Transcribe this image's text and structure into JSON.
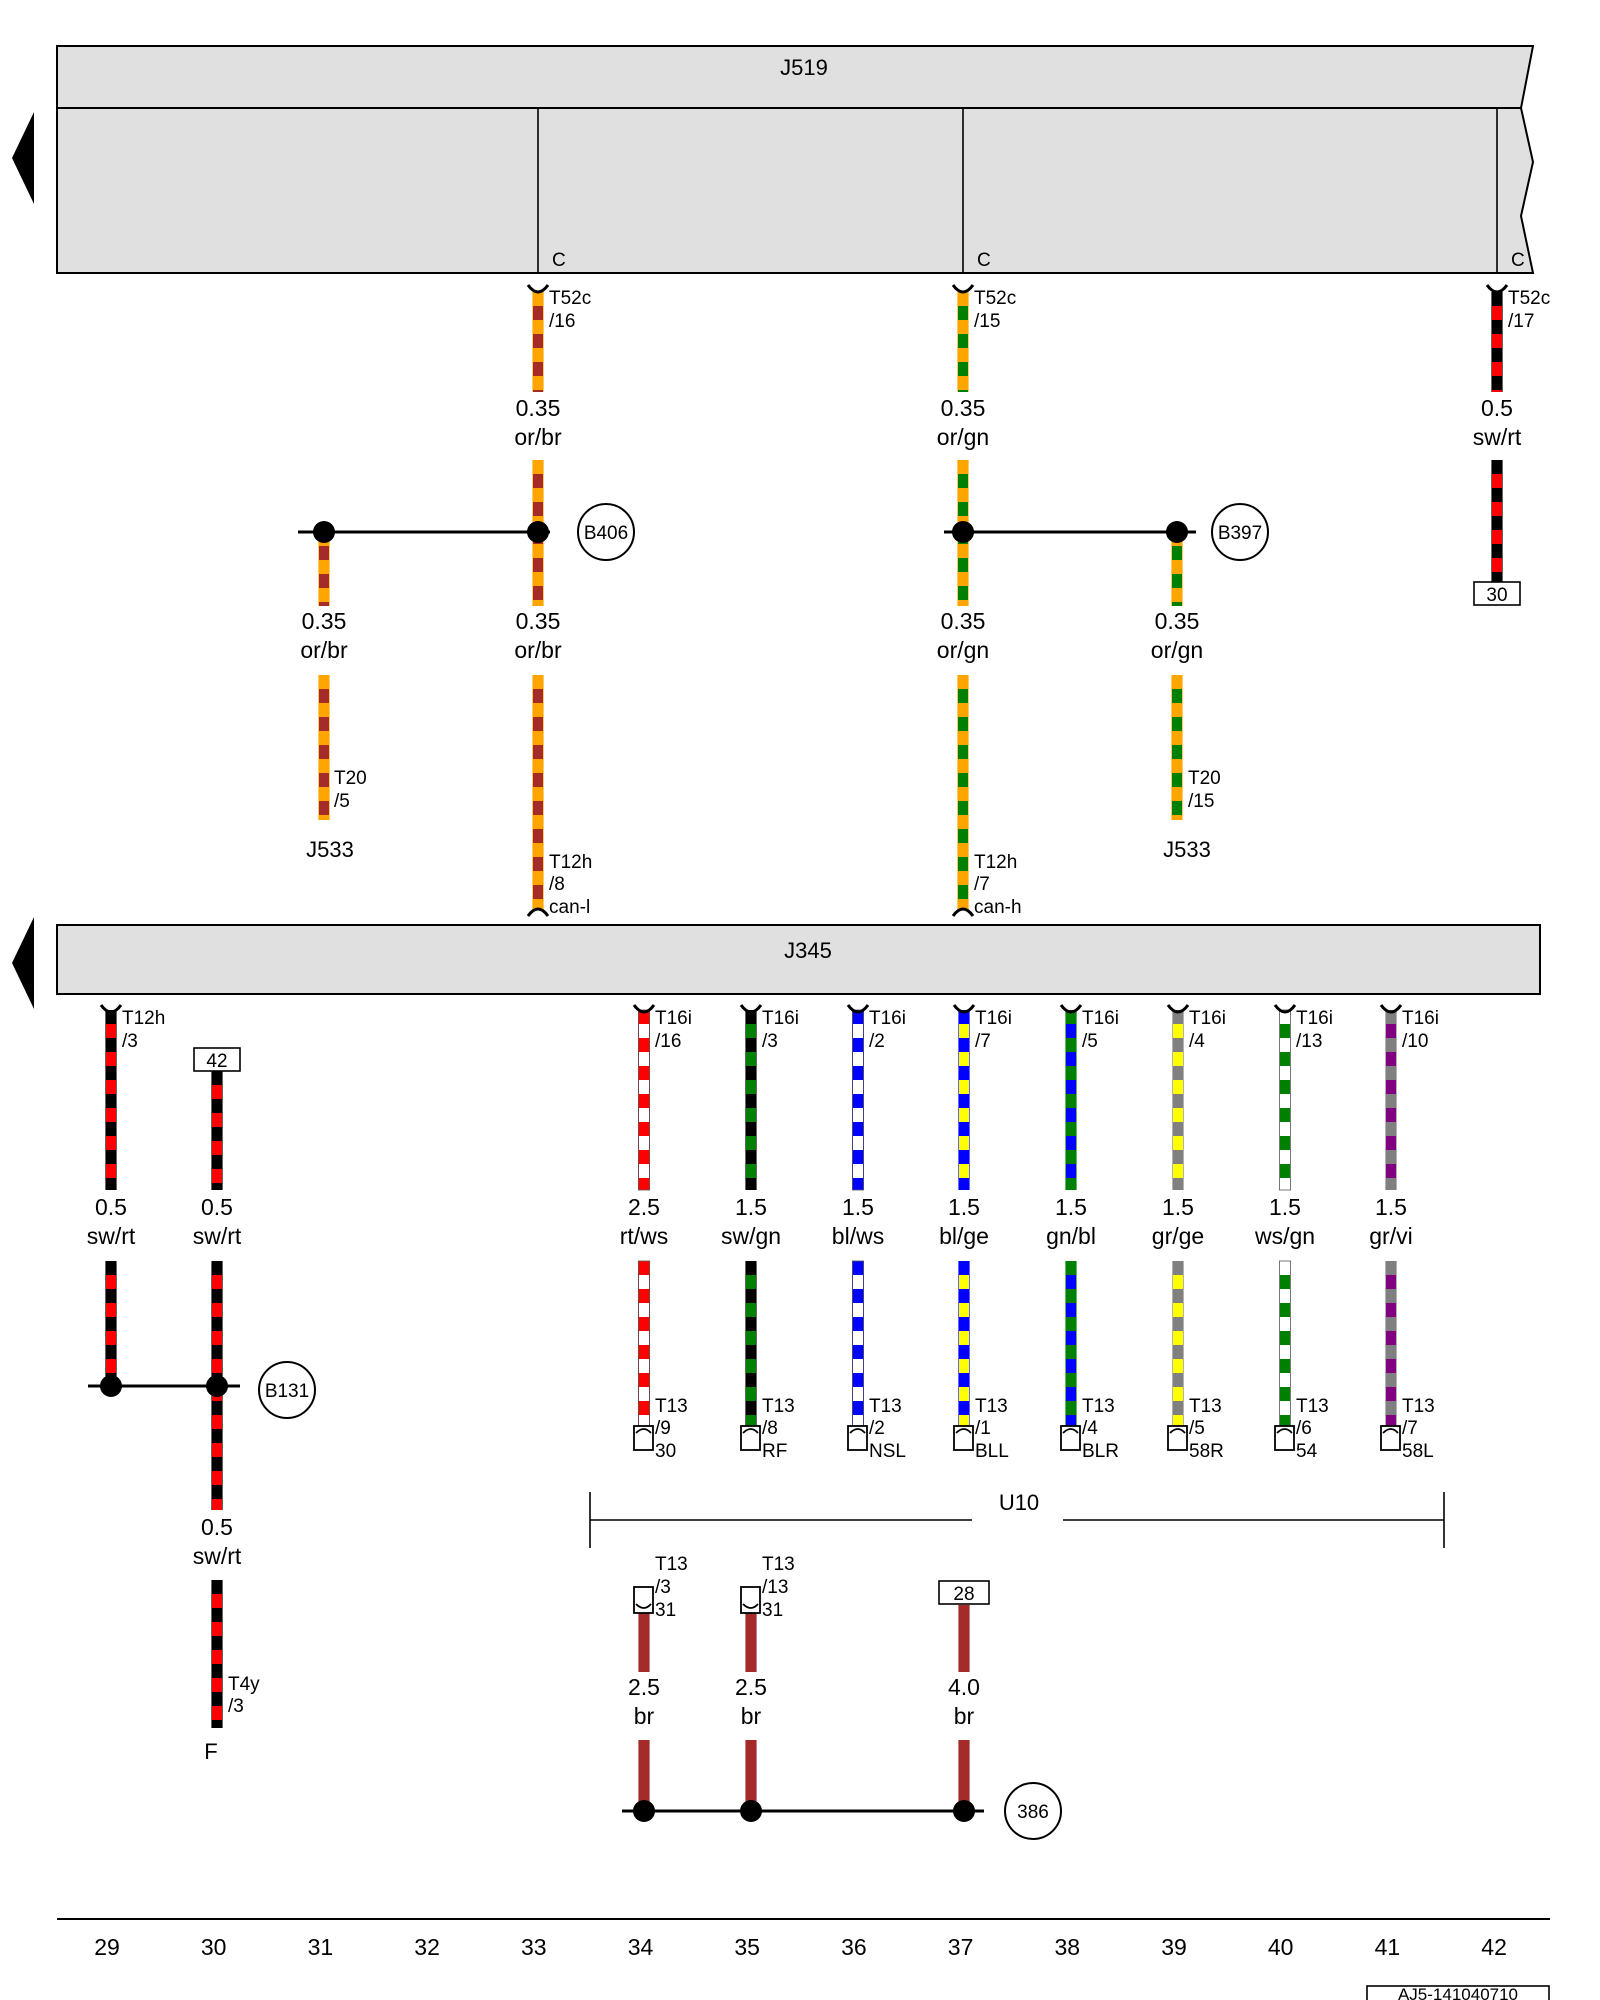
{
  "modules": {
    "J519": "J519",
    "J345": "J345",
    "J533_left": "J533",
    "J533_right": "J533",
    "U10": "U10",
    "F": "F"
  },
  "module_pin_letter": "C",
  "connectors": {
    "t52c_16": [
      "T52c",
      "/16"
    ],
    "t52c_15": [
      "T52c",
      "/15"
    ],
    "t52c_17": [
      "T52c",
      "/17"
    ],
    "t20_5": [
      "T20",
      "/5"
    ],
    "t20_15": [
      "T20",
      "/15"
    ],
    "t12h_8": [
      "T12h",
      "/8",
      "can-l"
    ],
    "t12h_7": [
      "T12h",
      "/7",
      "can-h"
    ],
    "t12h_3": [
      "T12h",
      "/3"
    ],
    "t16i_16": [
      "T16i",
      "/16"
    ],
    "t16i_3": [
      "T16i",
      "/3"
    ],
    "t16i_2": [
      "T16i",
      "/2"
    ],
    "t16i_7": [
      "T16i",
      "/7"
    ],
    "t16i_5": [
      "T16i",
      "/5"
    ],
    "t16i_4": [
      "T16i",
      "/4"
    ],
    "t16i_13": [
      "T16i",
      "/13"
    ],
    "t16i_10": [
      "T16i",
      "/10"
    ],
    "t13_9": [
      "T13",
      "/9",
      "30"
    ],
    "t13_8": [
      "T13",
      "/8",
      "RF"
    ],
    "t13_2": [
      "T13",
      "/2",
      "NSL"
    ],
    "t13_1": [
      "T13",
      "/1",
      "BLL"
    ],
    "t13_4": [
      "T13",
      "/4",
      "BLR"
    ],
    "t13_5": [
      "T13",
      "/5",
      "58R"
    ],
    "t13_6": [
      "T13",
      "/6",
      "54"
    ],
    "t13_7": [
      "T13",
      "/7",
      "58L"
    ],
    "t13_3": [
      "T13",
      "/3",
      "31"
    ],
    "t13_13": [
      "T13",
      "/13",
      "31"
    ],
    "t4y_3": [
      "T4y",
      "/3"
    ]
  },
  "wire_labels": {
    "w1": [
      "0.35",
      "or/br"
    ],
    "w2": [
      "0.35",
      "or/gn"
    ],
    "w3": [
      "0.5",
      "sw/rt"
    ],
    "w4": [
      "0.35",
      "or/br"
    ],
    "w5": [
      "0.35",
      "or/br"
    ],
    "w6": [
      "0.35",
      "or/gn"
    ],
    "w7": [
      "0.35",
      "or/gn"
    ],
    "w8": [
      "0.5",
      "sw/rt"
    ],
    "w9": [
      "0.5",
      "sw/rt"
    ],
    "w10": [
      "2.5",
      "rt/ws"
    ],
    "w11": [
      "1.5",
      "sw/gn"
    ],
    "w12": [
      "1.5",
      "bl/ws"
    ],
    "w13": [
      "1.5",
      "bl/ge"
    ],
    "w14": [
      "1.5",
      "gn/bl"
    ],
    "w15": [
      "1.5",
      "gr/ge"
    ],
    "w16": [
      "1.5",
      "ws/gn"
    ],
    "w17": [
      "1.5",
      "gr/vi"
    ],
    "w18": [
      "0.5",
      "sw/rt"
    ],
    "w19": [
      "2.5",
      "br"
    ],
    "w20": [
      "2.5",
      "br"
    ],
    "w21": [
      "4.0",
      "br"
    ]
  },
  "splices": {
    "B406": "B406",
    "B397": "B397",
    "B131": "B131",
    "g386": "386"
  },
  "terminal_boxes": {
    "t30": "30",
    "t42": "42",
    "t28": "28"
  },
  "current_tracks": [
    "29",
    "30",
    "31",
    "32",
    "33",
    "34",
    "35",
    "36",
    "37",
    "38",
    "39",
    "40",
    "41",
    "42"
  ],
  "diagram_code": "AJ5-141040710",
  "colors": {
    "or": "#ffa500",
    "br": "#a52a2a",
    "gn": "#008000",
    "sw": "#000000",
    "rt": "#ff0000",
    "ws": "#ffffff",
    "bl": "#0000ff",
    "ge": "#ffff00",
    "gr": "#808080",
    "vi": "#800080",
    "module_fill": "#e0e0e0"
  }
}
